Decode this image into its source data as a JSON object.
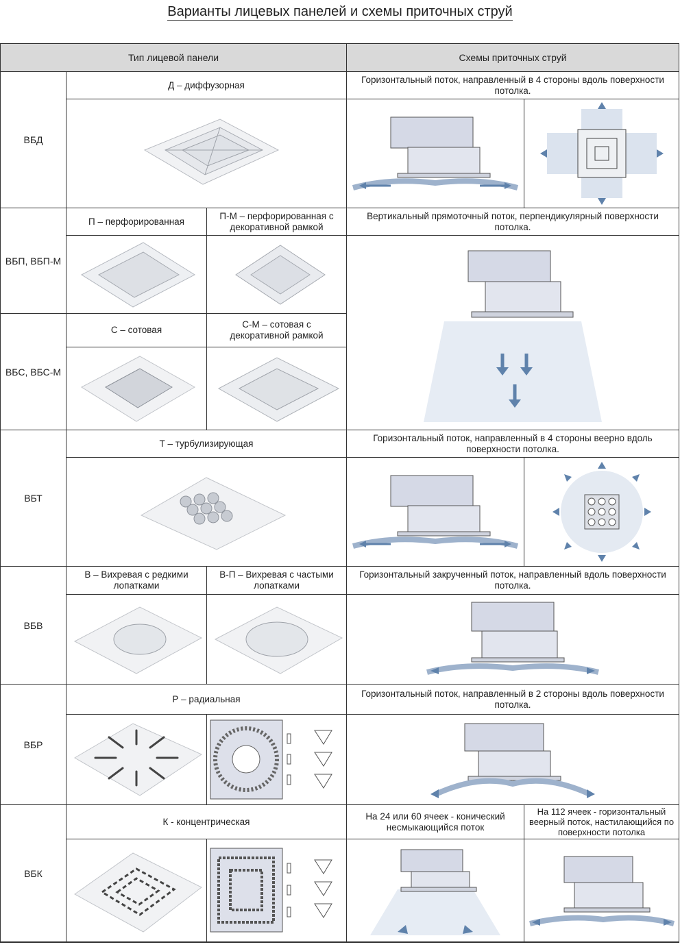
{
  "title": "Варианты лицевых панелей и схемы приточных струй",
  "header": {
    "col1": "Тип лицевой панели",
    "col2": "Схемы приточных струй"
  },
  "rows": [
    {
      "code": "ВБД",
      "panels": [
        "Д – диффузорная"
      ],
      "scheme": "Горизонтальный поток, направленный в 4 стороны вдоль поверхности потолка."
    },
    {
      "code": "ВБП, ВБП-М",
      "panels": [
        "П – перфорированная",
        "П-М – перфорированная с декоративной рамкой"
      ],
      "scheme": "Вертикальный прямоточный поток, перпендикулярный поверхности потолка."
    },
    {
      "code": "ВБС, ВБС-М",
      "panels": [
        "С – сотовая",
        "С-М – сотовая с декоративной рамкой"
      ],
      "scheme": ""
    },
    {
      "code": "ВБТ",
      "panels": [
        "Т – турбулизирующая"
      ],
      "scheme": "Горизонтальный поток, направленный в 4 стороны веерно вдоль поверхности потолка."
    },
    {
      "code": "ВБВ",
      "panels": [
        "В – Вихревая с редкими лопатками",
        "В-П – Вихревая с частыми лопатками"
      ],
      "scheme": "Горизонтальный закрученный поток, направленный вдоль поверхности потолка."
    },
    {
      "code": "ВБР",
      "panels": [
        "Р – радиальная"
      ],
      "scheme": "Горизонтальный поток, направленный в 2 стороны вдоль поверхности потолка."
    },
    {
      "code": "ВБК",
      "panels": [
        "К - концентрическая"
      ],
      "scheme": "На 24 или 60 ячеек - конический несмыкающийся поток",
      "scheme2": "На 112 ячеек - горизонтальный веерный поток, настилающийся по поверхности потолка"
    }
  ]
}
